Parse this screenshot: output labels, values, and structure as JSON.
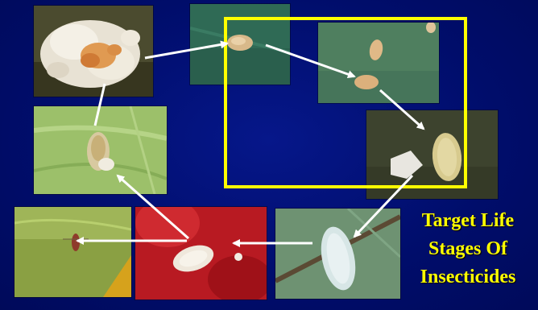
{
  "caption": {
    "line1": "Target Life",
    "line2": "Stages Of",
    "line3": "Insecticides"
  },
  "colors": {
    "background": "#000d6b",
    "highlight": "#ffff00",
    "caption_text": "#ffff00",
    "arrows": "#ffffff"
  },
  "photos": [
    {
      "name": "photo-adult-female-ovisac",
      "stage": "adult female with cottony ovisac"
    },
    {
      "name": "photo-egg-single",
      "stage": "egg"
    },
    {
      "name": "photo-eggs-on-leaf",
      "stage": "eggs"
    },
    {
      "name": "photo-crawler",
      "stage": "crawler"
    },
    {
      "name": "photo-nymph-on-leaf",
      "stage": "nymph on leaf"
    },
    {
      "name": "photo-waxy-nymph",
      "stage": "waxy nymph"
    },
    {
      "name": "photo-nymph-on-red",
      "stage": "nymph"
    },
    {
      "name": "photo-winged-male",
      "stage": "winged male"
    }
  ]
}
